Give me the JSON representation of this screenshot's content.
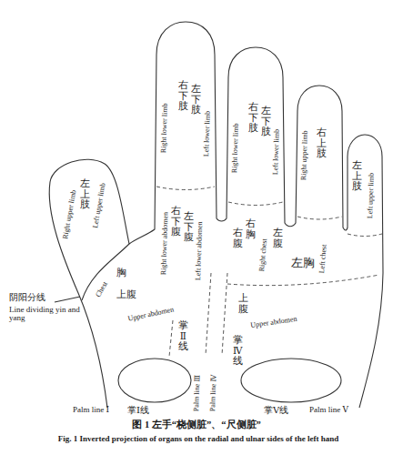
{
  "diagram": {
    "caption": "图 1 左手“桡侧脏”、“尺侧脏”",
    "labels": [
      "右下肢",
      "Right lower limb",
      "左下肢",
      "Left lower limb",
      "右下肢",
      "Right lower limb",
      "左下肢",
      "Left lower limb",
      "Right upper limb",
      "右上肢",
      "左上肢",
      "Left upper limb",
      "Right upper limb",
      "左上肢",
      "Left upper limb",
      "右下腹",
      "Right lower abdomen",
      "左下腹",
      "Left lower abdomen",
      "右腹",
      "右胸",
      "Right chest",
      "左腹",
      "左胸",
      "Left chest",
      "胸",
      "Chest",
      "上腹",
      "Upper abdomen",
      "上腹",
      "Upper abdomen",
      "阴阳分线",
      "Line dividing yin and yang",
      "掌Ⅱ线",
      "掌Ⅳ线",
      "Palm line Ⅲ",
      "Palm line Ⅳ",
      "Palm line Ⅰ",
      "掌Ⅰ线",
      "掌Ⅴ线",
      "Palm line Ⅴ",
      "Fig. 1 Inverted projection of organs on the radial and ulnar sides of the left hand"
    ]
  }
}
